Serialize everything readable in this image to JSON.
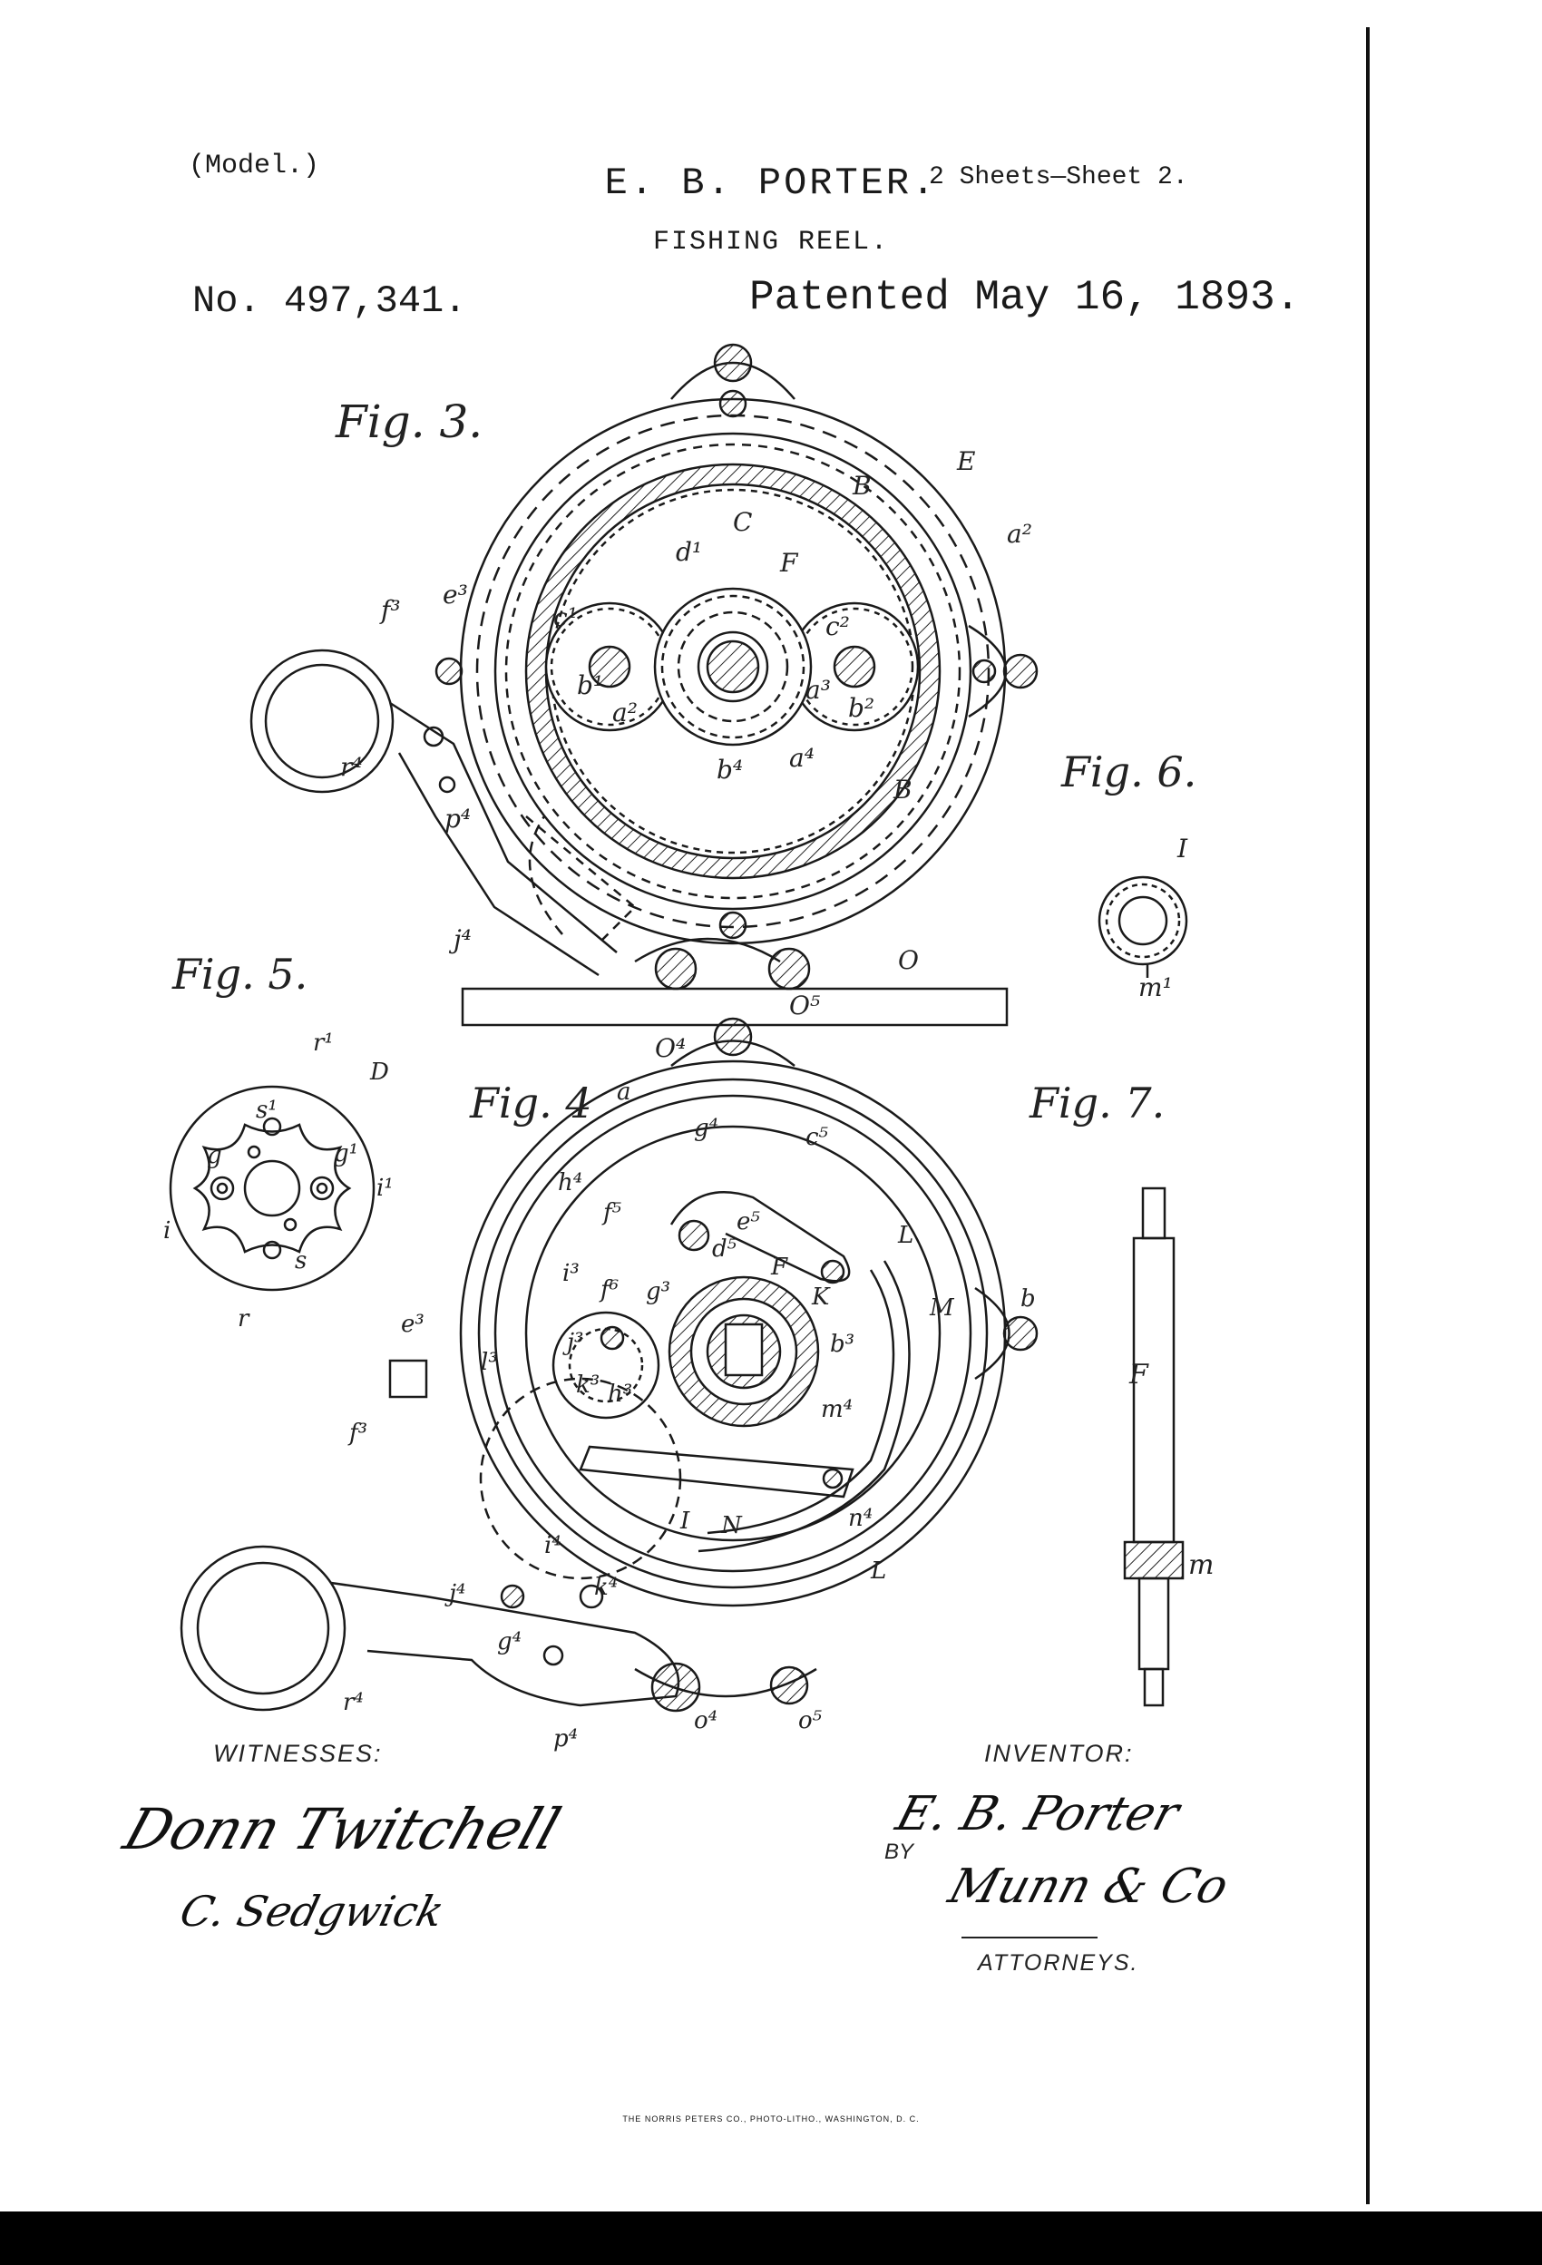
{
  "header": {
    "model": "(Model.)",
    "inventor_name": "E. B. PORTER.",
    "sheets": "2 Sheets—Sheet 2.",
    "title": "FISHING REEL.",
    "patent_number": "No. 497,341.",
    "patent_date": "Patented May 16, 1893."
  },
  "figures": {
    "fig3": "Fig. 3.",
    "fig4": "Fig. 4",
    "fig5": "Fig. 5.",
    "fig6": "Fig. 6.",
    "fig7": "Fig. 7."
  },
  "reference_letters": {
    "fig3": [
      "E",
      "B",
      "C",
      "d¹",
      "F",
      "a²",
      "e³",
      "f³",
      "c¹",
      "c²",
      "b¹",
      "a²",
      "a³",
      "b²",
      "r⁴",
      "a⁴",
      "b⁴",
      "B",
      "p⁴",
      "j⁴",
      "O",
      "O⁴",
      "O⁵"
    ],
    "fig4": [
      "a",
      "g⁴",
      "c⁵",
      "h⁴",
      "f⁵",
      "e⁵",
      "d⁵",
      "L",
      "F",
      "i³",
      "f⁶",
      "g³",
      "K",
      "M",
      "e³",
      "l³",
      "j³",
      "b³",
      "b",
      "f³",
      "k³",
      "h³",
      "m⁴",
      "I",
      "N",
      "n⁴",
      "L",
      "j⁴",
      "i⁴",
      "k⁴",
      "g⁴",
      "r⁴",
      "p⁴",
      "o⁴",
      "o⁵"
    ],
    "fig5": [
      "r¹",
      "D",
      "s¹",
      "g",
      "g¹",
      "i",
      "i¹",
      "s",
      "r"
    ],
    "fig6": [
      "I",
      "m¹"
    ],
    "fig7": [
      "F",
      "m"
    ]
  },
  "footer": {
    "witnesses_label": "WITNESSES:",
    "witness_signature_1": "Donn Twitchell",
    "witness_signature_2": "C. Sedgwick",
    "inventor_label": "INVENTOR:",
    "inventor_signature": "E. B. Porter",
    "by_label": "BY",
    "attorney_signature": "Munn & Co",
    "attorneys_label": "ATTORNEYS.",
    "printer": "THE NORRIS PETERS CO., PHOTO-LITHO., WASHINGTON, D. C."
  }
}
